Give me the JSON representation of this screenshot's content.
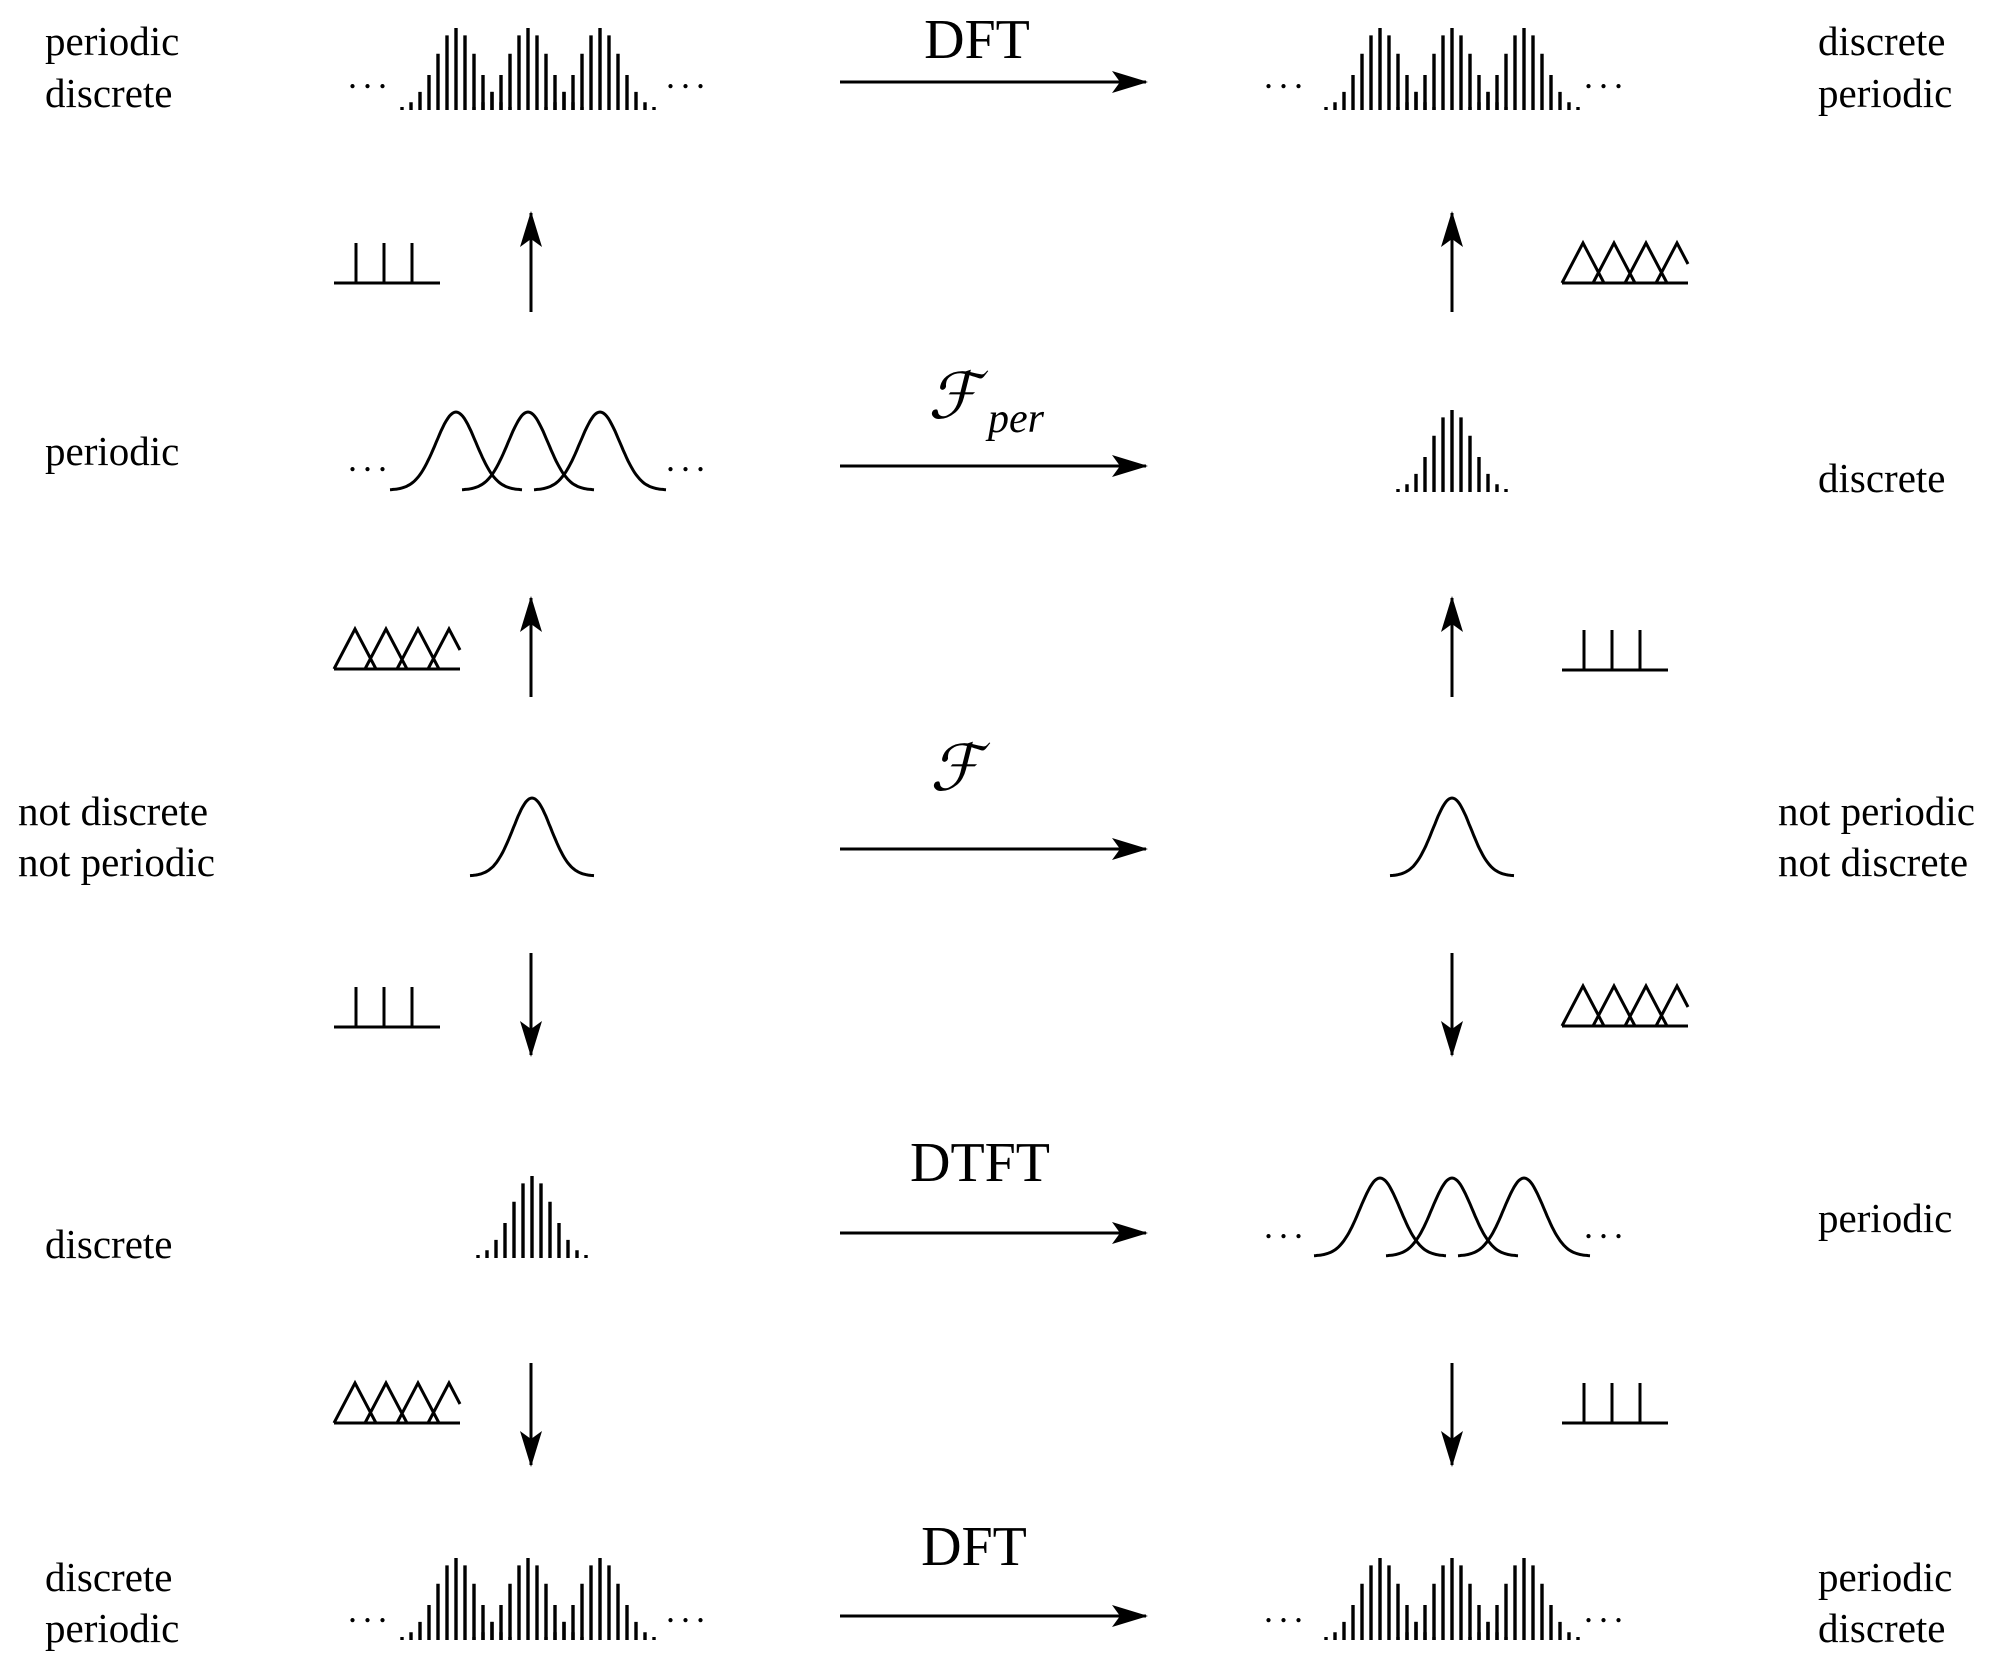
{
  "rows": [
    {
      "left": {
        "line1": "periodic",
        "line2": "discrete"
      },
      "transform": {
        "label": "DFT",
        "kind": "text"
      },
      "right": {
        "line1": "discrete",
        "line2": "periodic"
      }
    },
    {
      "left": {
        "line1": "periodic",
        "line2": ""
      },
      "transform": {
        "label": "ℱ",
        "subscript": "per",
        "kind": "calligraphic"
      },
      "right": {
        "line1": "discrete",
        "line2": ""
      }
    },
    {
      "left": {
        "line1": "not discrete",
        "line2": "not periodic"
      },
      "transform": {
        "label": "ℱ",
        "subscript": "",
        "kind": "calligraphic"
      },
      "right": {
        "line1": "not periodic",
        "line2": "not discrete"
      }
    },
    {
      "left": {
        "line1": "discrete",
        "line2": ""
      },
      "transform": {
        "label": "DTFT",
        "kind": "text"
      },
      "right": {
        "line1": "periodic",
        "line2": ""
      }
    },
    {
      "left": {
        "line1": "discrete",
        "line2": "periodic"
      },
      "transform": {
        "label": "DFT",
        "kind": "text"
      },
      "right": {
        "line1": "periodic",
        "line2": "discrete"
      }
    }
  ],
  "ellipsis": "...",
  "vertical_ops": [
    {
      "side": "left",
      "op": "sampling",
      "direction": "up"
    },
    {
      "side": "right",
      "op": "periodization",
      "direction": "up"
    },
    {
      "side": "left",
      "op": "periodization",
      "direction": "up"
    },
    {
      "side": "right",
      "op": "sampling",
      "direction": "up"
    },
    {
      "side": "left",
      "op": "sampling",
      "direction": "down"
    },
    {
      "side": "right",
      "op": "periodization",
      "direction": "down"
    },
    {
      "side": "left",
      "op": "periodization",
      "direction": "down"
    },
    {
      "side": "right",
      "op": "sampling",
      "direction": "down"
    }
  ],
  "icons": {
    "sampling": "comb-icon",
    "periodization": "triangles-icon"
  },
  "colors": {
    "ink": "#000000",
    "background": "#ffffff"
  }
}
